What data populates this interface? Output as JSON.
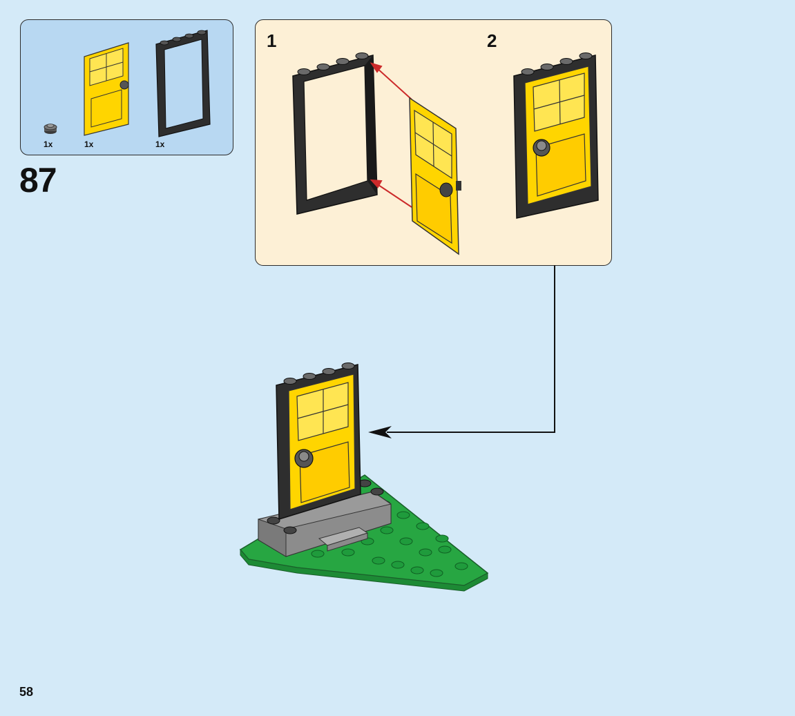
{
  "parts": {
    "items": [
      {
        "name": "round-plate",
        "qty": "1x"
      },
      {
        "name": "door",
        "qty": "1x"
      },
      {
        "name": "door-frame",
        "qty": "1x"
      }
    ]
  },
  "step": {
    "number": "87"
  },
  "substeps": [
    {
      "label": "1"
    },
    {
      "label": "2"
    }
  ],
  "page": {
    "number": "58"
  },
  "colors": {
    "background": "#d4eaf8",
    "parts_box": "#b8d8f2",
    "substep_box": "#fdf0d6",
    "door_yellow": "#ffd500",
    "frame_black": "#333333",
    "plate_green": "#27a642",
    "brick_gray": "#8c8c8c",
    "arrow_red": "#cc2a2a"
  }
}
